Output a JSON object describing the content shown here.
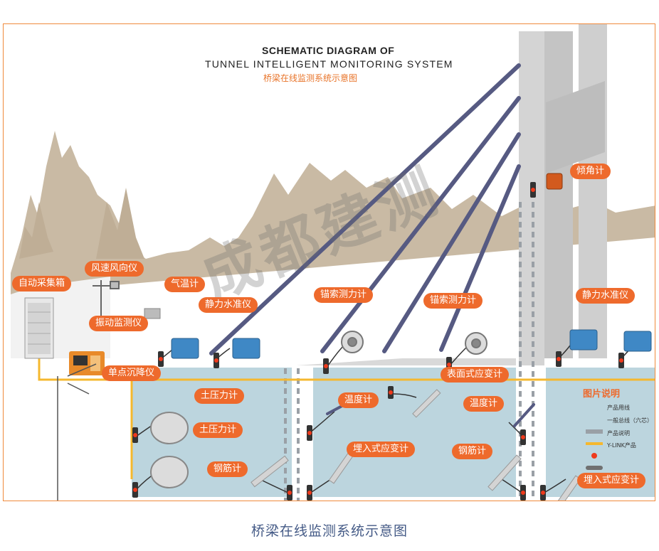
{
  "title": {
    "line1": "SCHEMATIC DIAGRAM OF",
    "line2": "TUNNEL INTELLIGENT MONITORING SYSTEM",
    "line3": "桥梁在线监测系统示意图"
  },
  "labels": {
    "auto_box": "自动采集箱",
    "wind": "风速风向仪",
    "air_temp": "气温计",
    "vibration": "振动监测仪",
    "hydro_left": "静力水准仪",
    "anchor_1": "锚索测力计",
    "anchor_2": "锚索测力计",
    "tilt": "倾角计",
    "hydro_right": "静力水准仪",
    "settlement": "单点沉降仪",
    "surface_strain": "表面式应变计",
    "earth_1": "土压力计",
    "earth_2": "土压力计",
    "temp_1": "温度计",
    "temp_2": "温度计",
    "rebar_1": "钢筋计",
    "rebar_2": "钢筋计",
    "embedded_1": "埋入式应变计",
    "embedded_2": "埋入式应变计"
  },
  "legend": {
    "title": "图片说明",
    "items": [
      "产品用线",
      "一般总线（六芯）",
      "产品说明",
      "Y-LINK产品"
    ],
    "colors": [
      "#9aa0a6",
      "#f5b82e",
      "#ee6a2c",
      "#707070"
    ]
  },
  "colors": {
    "accent": "#ee6a2c",
    "bus": "#f5b82e",
    "water": "#bcd5de",
    "skyline": "#c8b8a2",
    "cable": "#565a82",
    "tower": "#d6d6d6"
  },
  "watermark": "成都建测",
  "caption": "桥梁在线监测系统示意图"
}
